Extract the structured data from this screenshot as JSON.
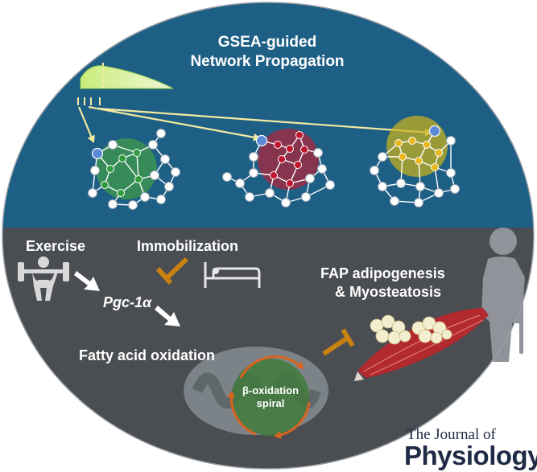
{
  "title": {
    "line1": "GSEA-guided",
    "line2": "Network Propagation"
  },
  "labels": {
    "exercise": "Exercise",
    "immobilization": "Immobilization",
    "pgc1a": "Pgc-1α",
    "fatty_acid_oxidation": "Fatty acid oxidation",
    "fap_line1": "FAP adipogenesis",
    "fap_line2": "& Myosteatosis",
    "beta_ox_line1": "β-oxidation",
    "beta_ox_line2": "spiral"
  },
  "journal": {
    "line1": "The Journal of",
    "line2": "Physiology"
  },
  "colors": {
    "top_blue": "#1e5f86",
    "bottom_gray": "#4a4d52",
    "arrow_yellow": "#f4eaa0",
    "inhibit_orange": "#c8820f",
    "network_green": "#3f9a48",
    "network_red": "#b0263a",
    "network_yellow": "#d9b31c",
    "seed_blue": "#5b8ad6"
  },
  "icons": [
    "weightlifter-icon",
    "bed-icon",
    "elderly-person-icon",
    "mitochondrion-icon",
    "muscle-icon",
    "enrichment-curve-icon"
  ]
}
